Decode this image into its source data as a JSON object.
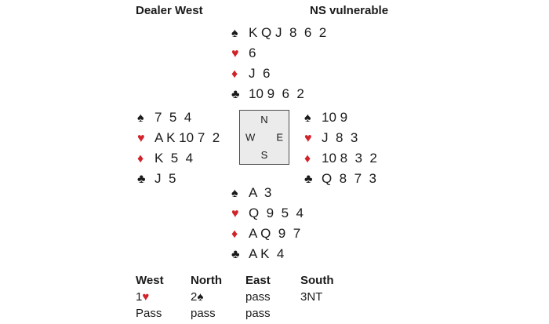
{
  "header": {
    "dealer": "Dealer West",
    "vulnerability": "NS vulnerable"
  },
  "symbols": {
    "spade": "♠",
    "heart": "♥",
    "diamond": "♦",
    "club": "♣"
  },
  "colors": {
    "red_suit": "#d2232a",
    "black_suit": "#1a1a1a",
    "compass_bg": "#ebebeb"
  },
  "compass": {
    "north": "N",
    "west": "W",
    "east": "E",
    "south": "S"
  },
  "hands": {
    "north": {
      "spades": "K Q J  8  6  2",
      "hearts": "6",
      "diamonds": "J  6",
      "clubs": "10 9  6  2"
    },
    "west": {
      "spades": "7  5  4",
      "hearts": "A K 10 7  2",
      "diamonds": "K  5  4",
      "clubs": "J  5"
    },
    "east": {
      "spades": "10 9",
      "hearts": "J  8  3",
      "diamonds": "10 8  3  2",
      "clubs": "Q  8  7  3"
    },
    "south": {
      "spades": "A  3",
      "hearts": "Q  9  5  4",
      "diamonds": "A Q  9  7",
      "clubs": "A K  4"
    }
  },
  "auction": {
    "headers": [
      "West",
      "North",
      "East",
      "South"
    ],
    "rows": [
      [
        {
          "level": "1",
          "suit": "heart"
        },
        {
          "level": "2",
          "suit": "spade"
        },
        {
          "call": "pass"
        },
        {
          "call": "3NT"
        }
      ],
      [
        {
          "call": "Pass"
        },
        {
          "call": "pass"
        },
        {
          "call": "pass"
        },
        {
          "call": ""
        }
      ]
    ]
  }
}
